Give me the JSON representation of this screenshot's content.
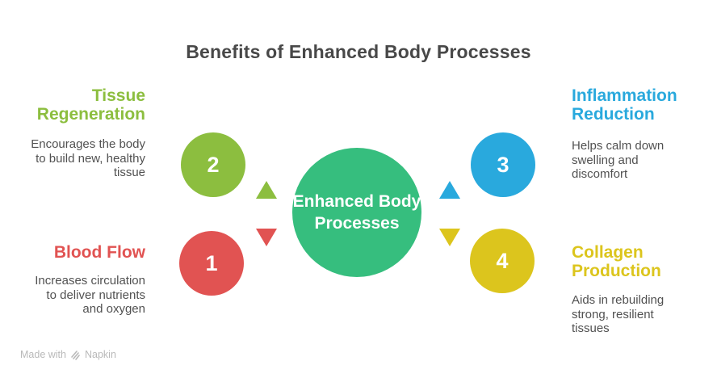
{
  "page": {
    "title": "Benefits of Enhanced Body Processes",
    "background_color": "#ffffff",
    "title_color": "#484848",
    "body_text_color": "#515151"
  },
  "center": {
    "label": "Enhanced Body Processes",
    "label_lines": [
      "Enhanced Body",
      "Processes"
    ],
    "color": "#36BE7E",
    "text_color": "#ffffff"
  },
  "items": [
    {
      "number": "1",
      "heading": "Blood Flow",
      "heading_lines": [
        "Blood Flow"
      ],
      "description": "Increases circulation to deliver nutrients and oxygen",
      "desc_lines": [
        "Increases circulation",
        "to deliver nutrients",
        "and oxygen"
      ],
      "color": "#E15352",
      "position": "bottom-left"
    },
    {
      "number": "2",
      "heading": "Tissue Regeneration",
      "heading_lines": [
        "Tissue",
        "Regeneration"
      ],
      "description": "Encourages the body to build new, healthy tissue",
      "desc_lines": [
        "Encourages the body",
        "to build new, healthy",
        "tissue"
      ],
      "color": "#8CBE3F",
      "position": "top-left"
    },
    {
      "number": "3",
      "heading": "Inflammation Reduction",
      "heading_lines": [
        "Inflammation",
        "Reduction"
      ],
      "description": "Helps calm down swelling and discomfort",
      "desc_lines": [
        "Helps calm down",
        "swelling and",
        "discomfort"
      ],
      "color": "#29A9DD",
      "position": "top-right"
    },
    {
      "number": "4",
      "heading": "Collagen Production",
      "heading_lines": [
        "Collagen",
        "Production"
      ],
      "description": "Aids in rebuilding strong, resilient tissues",
      "desc_lines": [
        "Aids in rebuilding",
        "strong, resilient",
        "tissues"
      ],
      "color": "#DCC51D",
      "position": "bottom-right"
    }
  ],
  "arrows": [
    {
      "direction": "up",
      "side": "left",
      "color": "#8CBE3F"
    },
    {
      "direction": "down",
      "side": "left",
      "color": "#E15352"
    },
    {
      "direction": "up",
      "side": "right",
      "color": "#29A9DD"
    },
    {
      "direction": "down",
      "side": "right",
      "color": "#DCC51D"
    }
  ],
  "footer": {
    "made_with": "Made with",
    "brand": "Napkin",
    "icon": "napkin-logo-icon",
    "text_color": "#b9b9b9"
  }
}
